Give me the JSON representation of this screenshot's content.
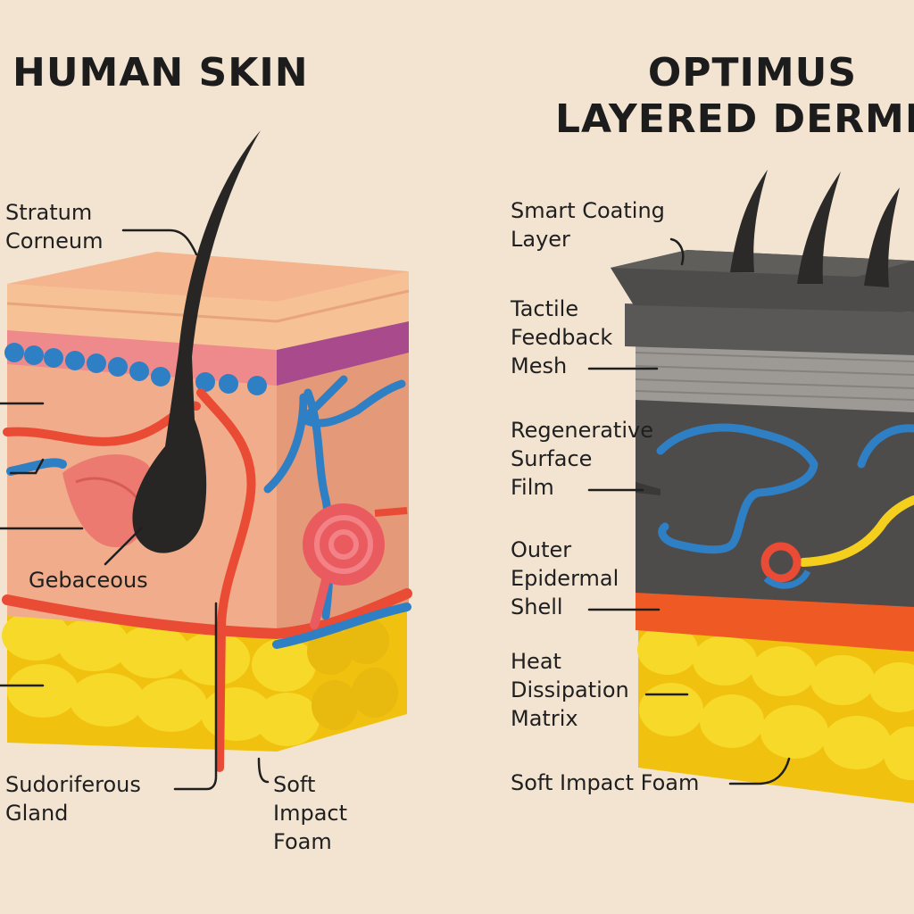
{
  "left": {
    "title": "HUMAN SKIN",
    "labels": {
      "stratum_corneum": [
        "Stratum",
        "Corneum"
      ],
      "sebaceous": "Gebaceous",
      "sudoriferous": [
        "Sudoriferous",
        "Gland"
      ],
      "soft_impact_foam": [
        "Soft",
        "Impact",
        "Foam"
      ]
    }
  },
  "right": {
    "title": [
      "OPTIMUS",
      "LAYERED DERMIS"
    ],
    "labels": {
      "smart_coating": [
        "Smart Coating",
        "Layer"
      ],
      "tactile_mesh": [
        "Tactile",
        "Feedback",
        "Mesh"
      ],
      "regenerative_film": [
        "Regenerative",
        "Surface",
        "Film"
      ],
      "outer_shell": [
        "Outer",
        "Epidermal",
        "Shell"
      ],
      "heat_matrix": [
        "Heat",
        "Dissipation",
        "Matrix"
      ],
      "soft_impact_foam": "Soft Impact Foam"
    }
  },
  "colors": {
    "background": "#f3e4d2",
    "skin": "#f1b08f",
    "fat": "#f4d21e",
    "artery": "#ea4b35",
    "vein": "#2f7fc4",
    "hair": "#272624",
    "robot_dark": "#4d4c4a",
    "robot_mesh": "#9d9a96",
    "shell_orange": "#ef5a24"
  }
}
